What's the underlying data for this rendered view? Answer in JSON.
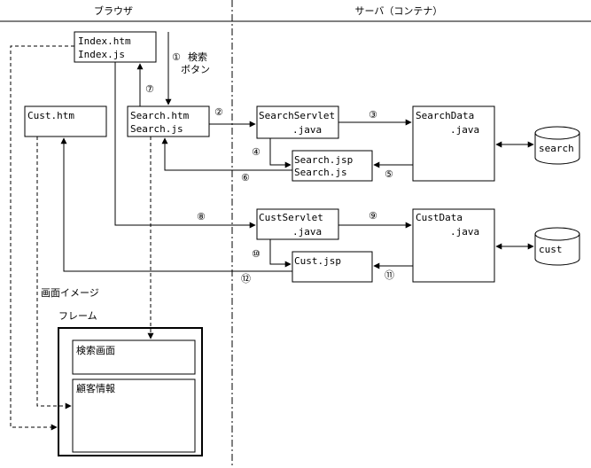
{
  "headers": {
    "browser": "ブラウザ",
    "server": "サーバ（コンテナ）"
  },
  "index": {
    "line1": "Index.htm",
    "line2": "Index.js"
  },
  "search_html": {
    "line1": "Search.htm",
    "line2": "Search.js"
  },
  "cust_htm": {
    "line1": "Cust.htm"
  },
  "search_servlet": {
    "line1": "SearchServlet",
    "line2": ".java"
  },
  "search_data": {
    "line1": "SearchData",
    "line2": ".java"
  },
  "search_jsp": {
    "line1": "Search.jsp",
    "line2": "Search.js"
  },
  "search_db": {
    "label": "search"
  },
  "cust_servlet": {
    "line1": "CustServlet",
    "line2": ".java"
  },
  "cust_data": {
    "line1": "CustData",
    "line2": ".java"
  },
  "cust_jsp": {
    "line1": "Cust.jsp"
  },
  "cust_db": {
    "label": "cust"
  },
  "search_button": {
    "line1": "検索",
    "line2": "ボタン"
  },
  "steps": {
    "s1": "①",
    "s2": "②",
    "s3": "③",
    "s4": "④",
    "s5": "⑤",
    "s6": "⑥",
    "s7": "⑦",
    "s8": "⑧",
    "s9": "⑨",
    "s10": "⑩",
    "s11": "⑪",
    "s12": "⑫"
  },
  "image_label": "画面イメージ",
  "frame": {
    "title": "フレーム",
    "top": "検索画面",
    "bottom": "顧客情報"
  }
}
